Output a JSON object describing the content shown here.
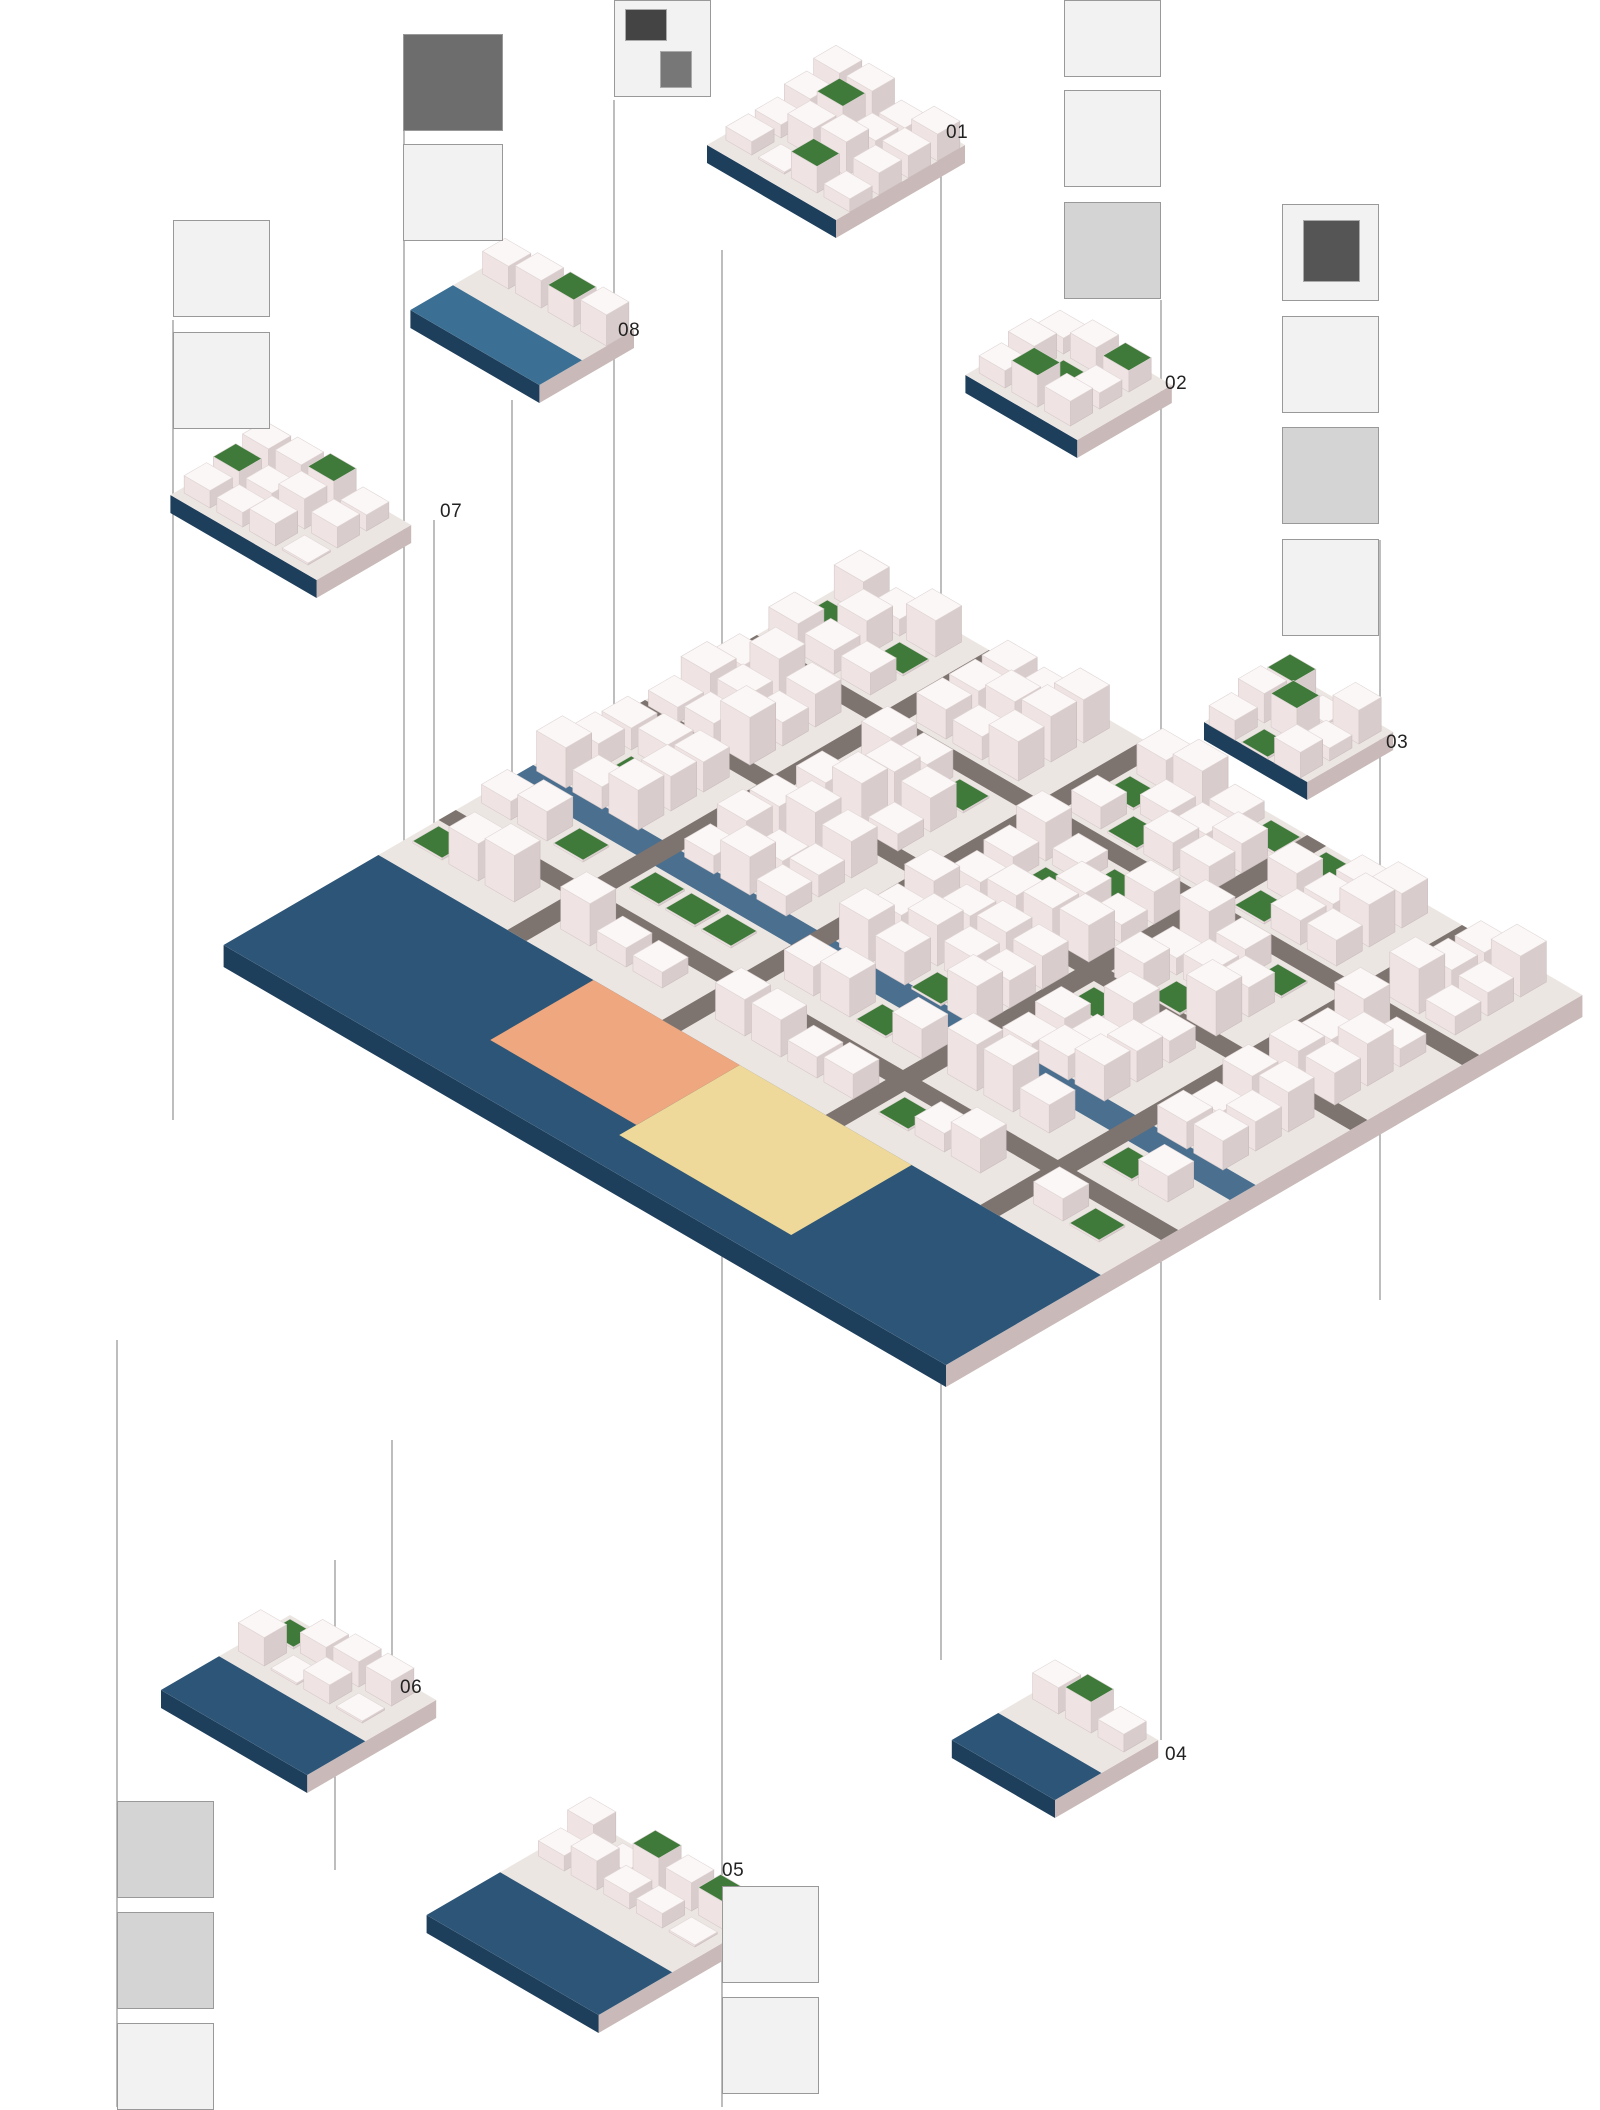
{
  "title": "Isometric urban masterplan exploded axonometric",
  "labels": [
    "01",
    "02",
    "03",
    "04",
    "05",
    "06",
    "07",
    "08"
  ],
  "colors": {
    "building": "#fbf7f6",
    "building_side": "#e9dcdc",
    "road": "#7d746f",
    "water": "#2c5577",
    "sand": "#eed89a",
    "plaza": "#eea77e",
    "green": "#3f7a3a",
    "line": "#9a9a9a"
  }
}
